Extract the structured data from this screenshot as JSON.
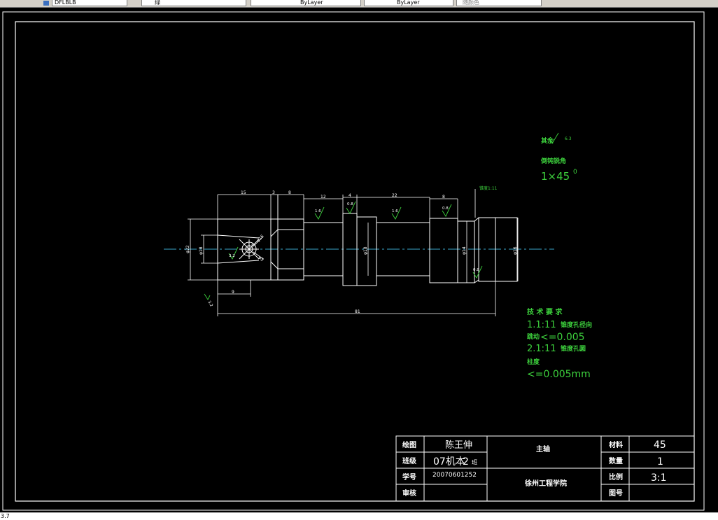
{
  "toolbar": {
    "layer": "DFLBLB",
    "color": "绿",
    "linetype": "ByLayer",
    "lineweight": "ByLayer",
    "plotstyle": "随颜色"
  },
  "colors": {
    "background": "#000000",
    "lines": "#ffffff",
    "annotation_green": "#3ccf3c",
    "centerline": "#3aa3c8"
  },
  "status": {
    "text": "3.7"
  },
  "drawing": {
    "dims": {
      "d15": "15",
      "d3a": "3",
      "d8a": "8",
      "d12": "12",
      "d4": "4",
      "d22": "22",
      "d8b": "8",
      "d9": "9",
      "d81": "81",
      "phi_a": "φ22",
      "phi_b": "φ18",
      "phi_c": "φ18",
      "phi_d": "φ14",
      "phi_e": "φ16",
      "phi_f": "φ16",
      "phi_g": "φ3"
    },
    "rough": {
      "r1": "0.8",
      "r2": "1.6",
      "r3": "1.6",
      "r4": "0.8",
      "r5": "0.8",
      "r6": "3.2",
      "r7": "1.6",
      "r8": "3.2"
    },
    "taper_note": "锥度1:11"
  },
  "notes": {
    "other_rough_label": "其余",
    "other_rough_value": "6.3",
    "chamfer_label": "倒钝锐角",
    "chamfer_value": "1×45",
    "chamfer_sup": "0",
    "tech_title": "技 术 要 求",
    "req1_num": "1.1:11",
    "req1_text": "锥度孔径向",
    "req1b_text": "跳动",
    "req1b_val": "<=0.005",
    "req2_num": "2.1:11",
    "req2_text": "锥度孔圆",
    "req2b_text": "柱度",
    "req2b_val": "<=0.005mm"
  },
  "title_block": {
    "draw_label": "绘图",
    "draw_value": "陈王伸",
    "class_label": "班级",
    "class_value_big": "07机本",
    "class_value_num": "2",
    "class_value_small": "班",
    "id_label": "学号",
    "id_value": "20070601252",
    "review_label": "审核",
    "part_name": "主轴",
    "school": "徐州工程学院",
    "material_label": "材料",
    "material_value": "45",
    "qty_label": "数量",
    "qty_value": "1",
    "scale_label": "比例",
    "scale_value": "3:1",
    "drawing_no_label": "图号"
  }
}
